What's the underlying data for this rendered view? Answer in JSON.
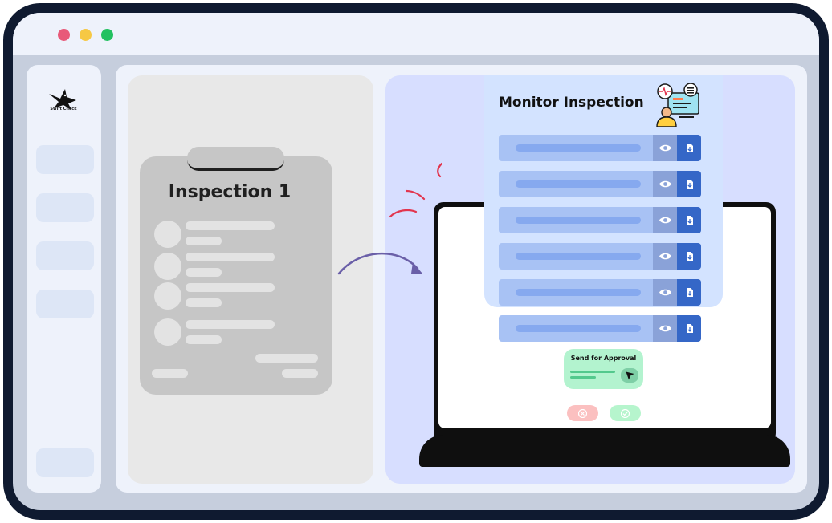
{
  "app": {
    "logo_text": "Swift Check",
    "window_controls": [
      "close",
      "minimize",
      "maximize"
    ]
  },
  "sidebar": {
    "items": [
      {
        "label": ""
      },
      {
        "label": ""
      },
      {
        "label": ""
      },
      {
        "label": ""
      },
      {
        "label": ""
      }
    ]
  },
  "clipboard": {
    "title": "Inspection 1"
  },
  "monitor": {
    "title": "Monitor Inspection",
    "icon": "monitor-dashboard-icon",
    "rows": [
      {
        "view_icon": "eye-icon",
        "download_icon": "download-icon"
      },
      {
        "view_icon": "eye-icon",
        "download_icon": "download-icon"
      },
      {
        "view_icon": "eye-icon",
        "download_icon": "download-icon"
      },
      {
        "view_icon": "eye-icon",
        "download_icon": "download-icon"
      },
      {
        "view_icon": "eye-icon",
        "download_icon": "download-icon"
      },
      {
        "view_icon": "eye-icon",
        "download_icon": "download-icon"
      }
    ]
  },
  "approval": {
    "label": "Send for  Approval",
    "send_icon": "send-icon",
    "reject_icon": "close-icon",
    "accept_icon": "check-icon"
  },
  "colors": {
    "frame": "#0f1a30",
    "accent_blue": "#3567c7",
    "approval_green": "#b3f3cf",
    "reject_red": "#fbc0c0",
    "arrow_purple": "#6a5fa8",
    "spark_red": "#e2354e"
  }
}
